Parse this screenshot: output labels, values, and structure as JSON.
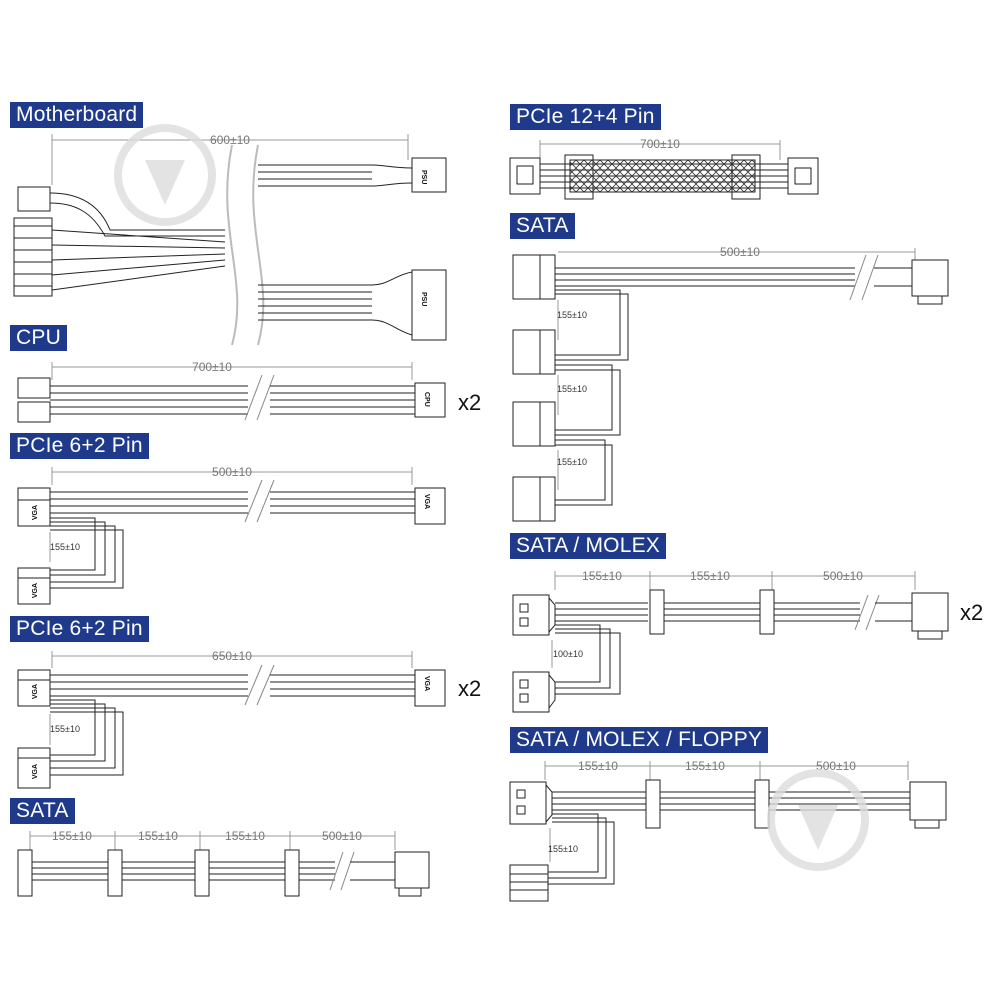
{
  "sections": {
    "motherboard": {
      "title": "Motherboard",
      "length": "600±10",
      "psu_label": "PSU"
    },
    "pcie_12_4": {
      "title": "PCIe 12+4 Pin",
      "length": "700±10"
    },
    "sata_right": {
      "title": "SATA",
      "length": "500±10",
      "spacing": [
        "155±10",
        "155±10",
        "155±10"
      ]
    },
    "cpu": {
      "title": "CPU",
      "length": "700±10",
      "connector": "CPU",
      "multiplier": "x2"
    },
    "pcie_6_2_a": {
      "title": "PCIe 6+2 Pin",
      "length": "500±10",
      "branch": "155±10",
      "connector": "VGA"
    },
    "sata_molex": {
      "title": "SATA / MOLEX",
      "spacing": [
        "155±10",
        "155±10",
        "500±10"
      ],
      "branch": "100±10",
      "multiplier": "x2"
    },
    "pcie_6_2_b": {
      "title": "PCIe 6+2 Pin",
      "length": "650±10",
      "branch": "155±10",
      "connector": "VGA",
      "multiplier": "x2"
    },
    "sata_molex_floppy": {
      "title": "SATA / MOLEX / FLOPPY",
      "spacing": [
        "155±10",
        "155±10",
        "500±10"
      ],
      "branch": "155±10"
    },
    "sata_bottom": {
      "title": "SATA",
      "spacing": [
        "155±10",
        "155±10",
        "155±10",
        "500±10"
      ]
    }
  },
  "colors": {
    "label_bg": "#1f3a8a",
    "label_fg": "#ffffff",
    "line": "#222222",
    "dim": "#888888"
  }
}
